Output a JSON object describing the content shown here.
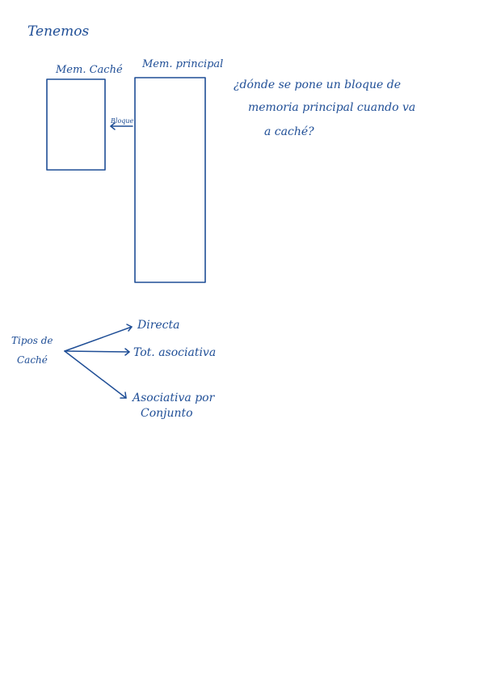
{
  "ink_color": "#1f4e96",
  "paper_color": "#ffffff",
  "heading": "Tenemos",
  "memory_diagram": {
    "cache_label": "Mem. Caché",
    "main_label": "Mem. principal",
    "arrow_label": "Bloque"
  },
  "question": {
    "line1": "¿dónde se pone un bloque de",
    "line2": "memoria principal cuando va",
    "line3": "a caché?"
  },
  "cache_types": {
    "root_line1": "Tipos de",
    "root_line2": "Caché",
    "branches": [
      {
        "line1": "Directa",
        "line2": ""
      },
      {
        "line1": "Tot. asociativa",
        "line2": ""
      },
      {
        "line1": "Asociativa por",
        "line2": "Conjunto"
      }
    ]
  }
}
